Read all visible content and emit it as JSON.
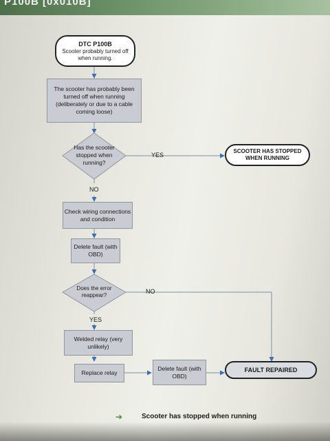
{
  "header": {
    "title": "P100B [0x010B]"
  },
  "flowchart": {
    "start": {
      "code": "DTC P100B",
      "desc": "Scooter probably turned off when running."
    },
    "step1": "The scooter has probably been turned off when running (deliberately or due to a cable coming loose)",
    "decision1": {
      "question": "Has the scooter stopped when running?",
      "yes": "YES",
      "no": "NO"
    },
    "end_stopped": "SCOOTER HAS STOPPED WHEN RUNNING",
    "step2": "Check wiring connections and condition",
    "step3": "Delete fault (with OBD)",
    "decision2": {
      "question": "Does the error reappear?",
      "yes": "YES",
      "no": "NO"
    },
    "step4": "Welded relay (very unlikely)",
    "step5": "Replace relay",
    "step6": "Delete fault (with OBD)",
    "end_repaired": "FAULT REPAIRED"
  },
  "legend": {
    "arrow": "➔",
    "text": "Scooter has stopped when running"
  },
  "colors": {
    "arrow": "#3a6fb3",
    "process_fill": "#c9cdd3",
    "legend_arrow": "#3a8f3a"
  }
}
